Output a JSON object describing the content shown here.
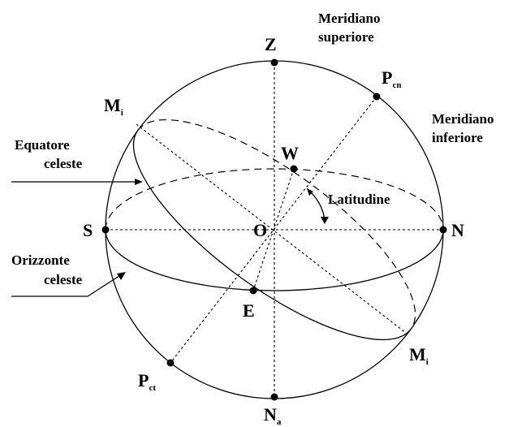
{
  "labels": {
    "zenith": "Z",
    "nadir": "N",
    "nadir_sub": "a",
    "north": "N",
    "south": "S",
    "east": "E",
    "west": "W",
    "origin": "O",
    "pole_north": "P",
    "pole_north_sub": "cn",
    "pole_south": "P",
    "pole_south_sub": "ct",
    "m_upper": "M",
    "m_upper_sub": "i",
    "m_lower": "M",
    "m_lower_sub": "i",
    "latitude": "Latitudine",
    "meridian_upper_line1": "Meridiano",
    "meridian_upper_line2": "superiore",
    "meridian_lower_line1": "Meridiano",
    "meridian_lower_line2": "inferiore",
    "equator_line1": "Equatore",
    "equator_line2": "celeste",
    "horizon_line1": "Orizzonte",
    "horizon_line2": "celeste"
  }
}
